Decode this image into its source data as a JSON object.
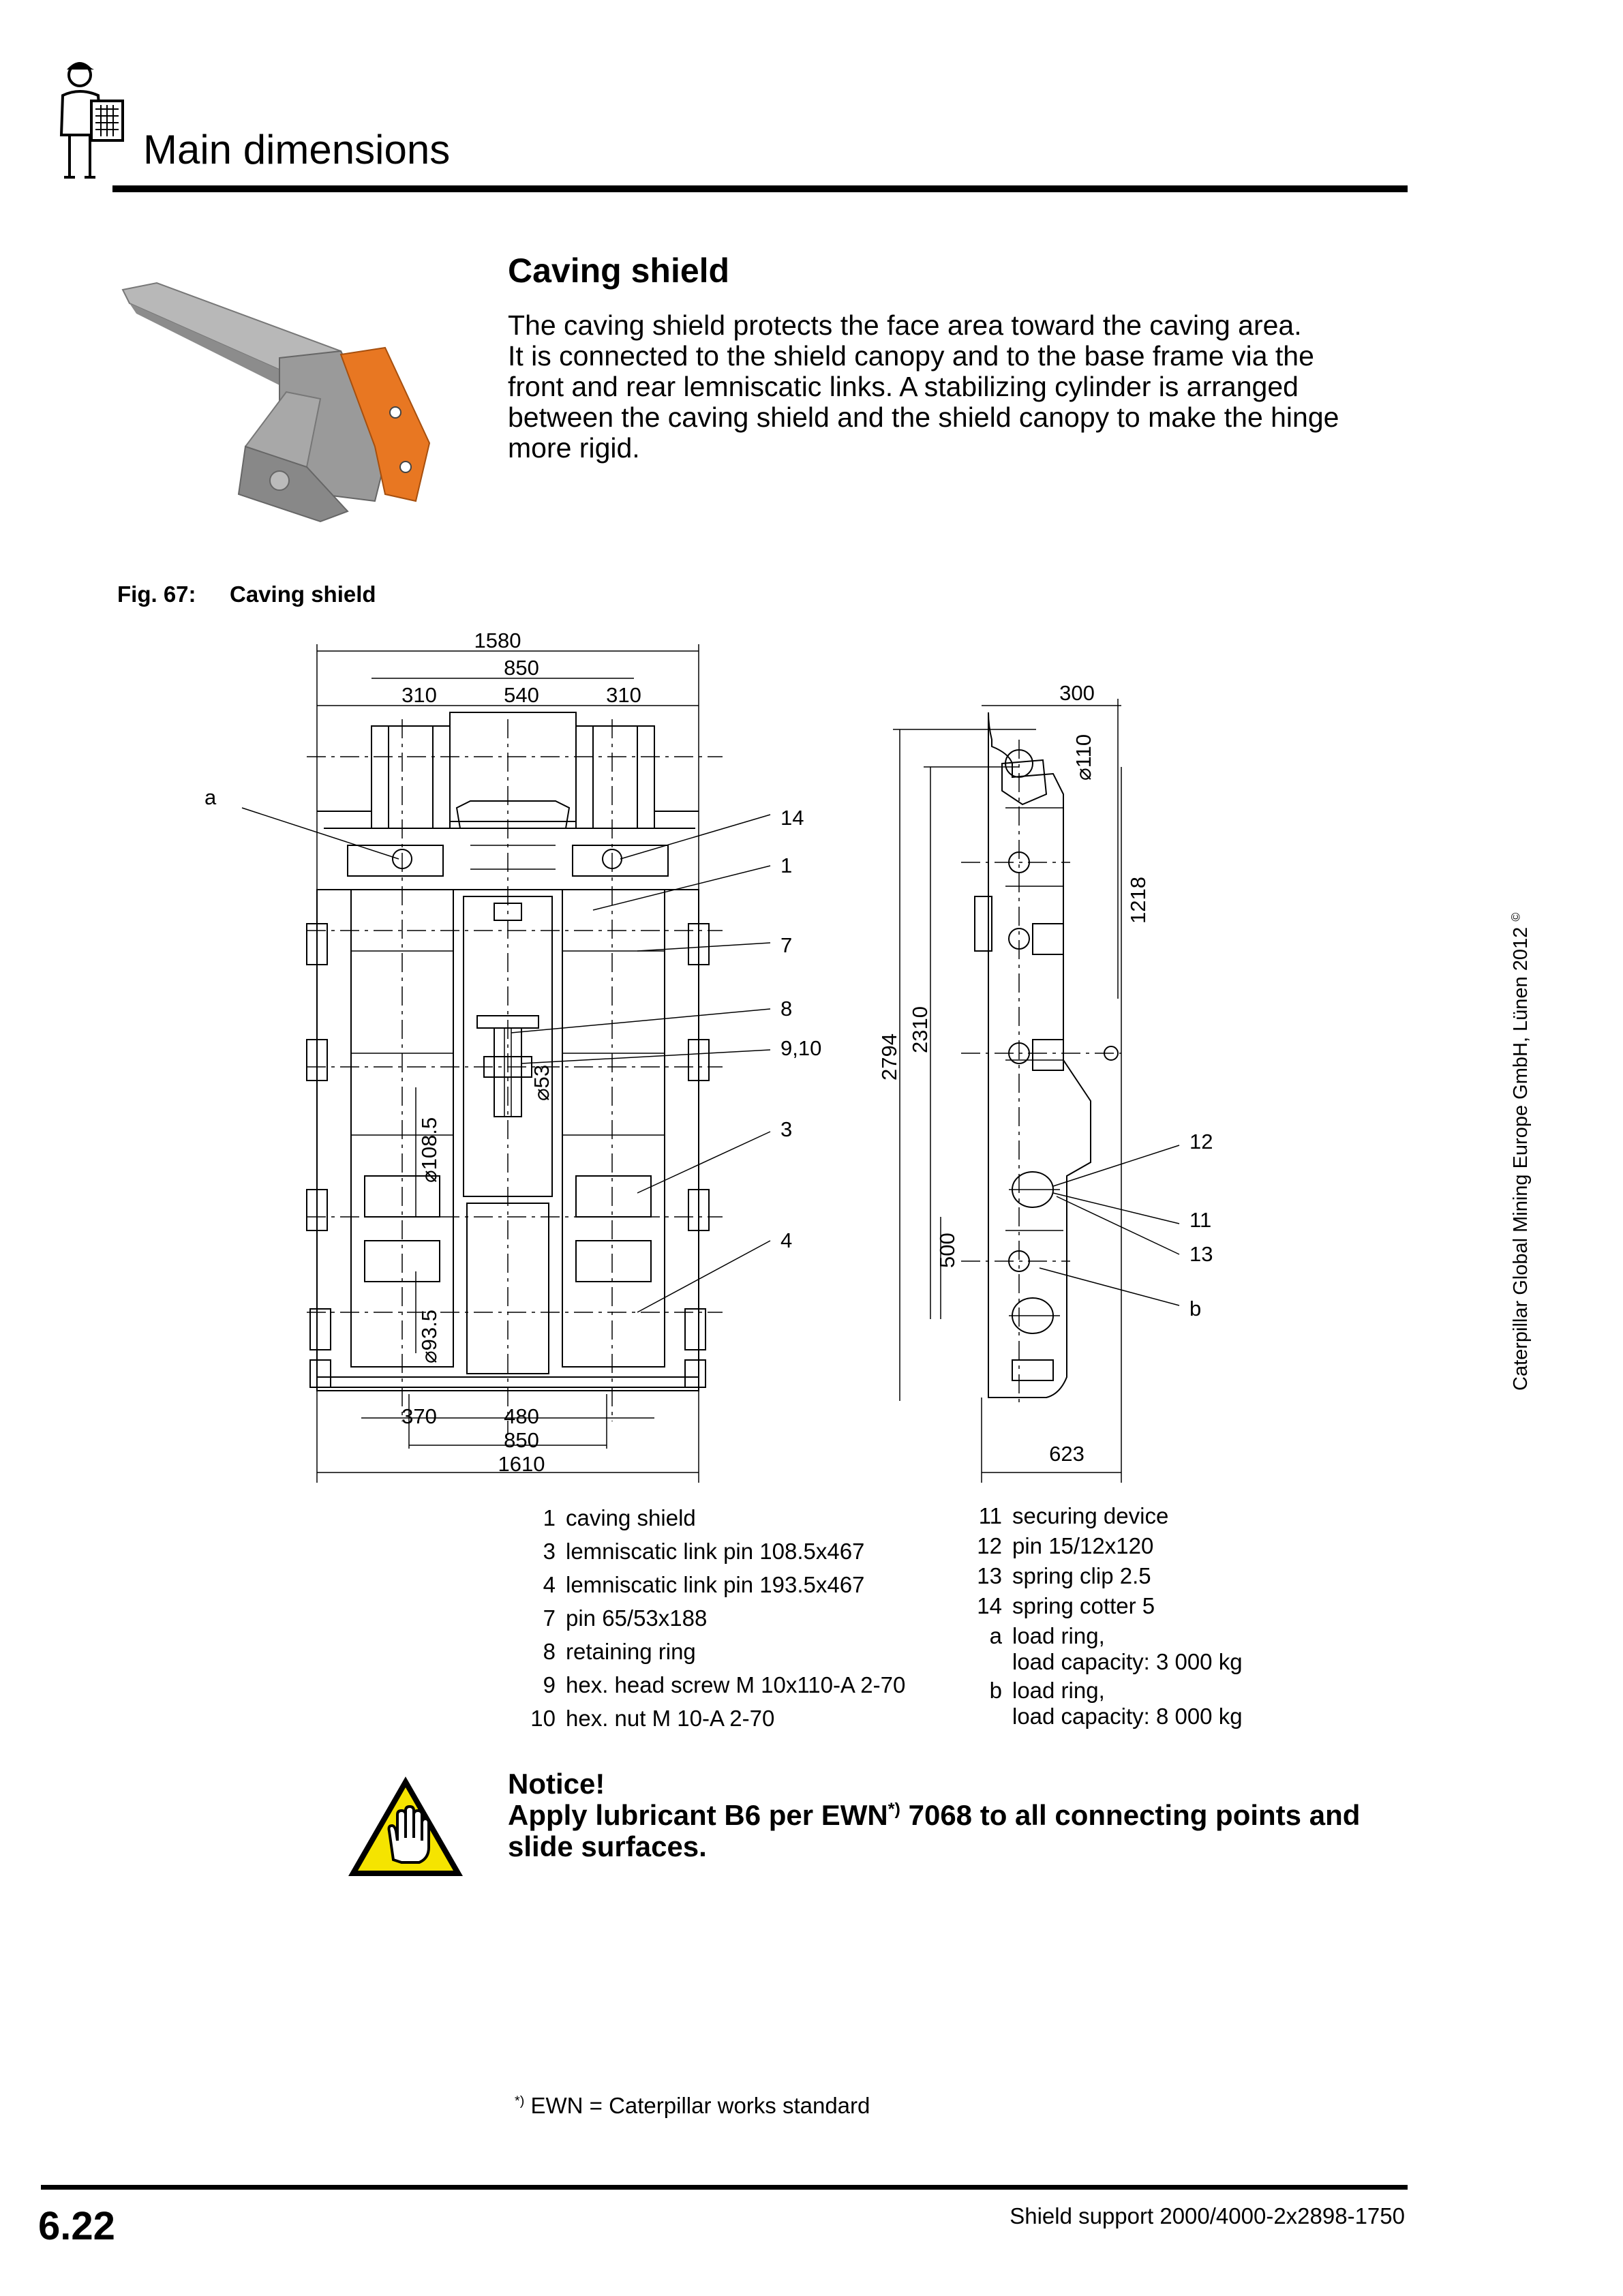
{
  "header": {
    "title": "Main dimensions",
    "icon": "technician-with-manual-icon"
  },
  "section": {
    "heading": "Caving shield",
    "intro_lines": [
      "The caving shield protects the face area toward the caving area.",
      "It is connected to the shield canopy and to the base frame via the",
      "front and rear lemniscatic links. A stabilizing cylinder is arranged",
      "between the caving shield and the shield canopy to make the hinge",
      "more rigid."
    ],
    "thumbnail": "caving-shield-3d-thumbnail",
    "highlight_color": "#e87722"
  },
  "figure": {
    "label": "Fig. 67:",
    "caption": "Caving shield",
    "front_view_dims": {
      "top_total": "1580",
      "top_inner": "850",
      "top_left": "310",
      "top_middle": "540",
      "top_right": "310",
      "bottom_left": "370",
      "bottom_middle": "480",
      "bottom_inner": "850",
      "bottom_total": "1610",
      "pin_upper": "⌀108.5",
      "pin_lower": "⌀93.5",
      "pin_center": "⌀53"
    },
    "side_view_dims": {
      "top_width": "300",
      "eye_dia": "⌀110",
      "height_1218": "1218",
      "height_2794": "2794",
      "height_2310": "2310",
      "height_500": "500",
      "bottom_width": "623"
    },
    "callouts": [
      "a",
      "14",
      "1",
      "7",
      "8",
      "9,10",
      "3",
      "4",
      "12",
      "11",
      "13",
      "b"
    ]
  },
  "legend": {
    "left": [
      {
        "num": "1",
        "text": "caving shield"
      },
      {
        "num": "3",
        "text": "lemniscatic link pin 108.5x467"
      },
      {
        "num": "4",
        "text": "lemniscatic link pin 193.5x467"
      },
      {
        "num": "7",
        "text": "pin 65/53x188"
      },
      {
        "num": "8",
        "text": "retaining ring"
      },
      {
        "num": "9",
        "text": "hex. head screw M 10x110-A 2-70"
      },
      {
        "num": "10",
        "text": "hex. nut M 10-A 2-70"
      }
    ],
    "right": [
      {
        "num": "11",
        "text": "securing device"
      },
      {
        "num": "12",
        "text": "pin 15/12x120"
      },
      {
        "num": "13",
        "text": "spring clip 2.5"
      },
      {
        "num": "14",
        "text": "spring cotter 5"
      },
      {
        "num": "a",
        "text": "load ring,",
        "text2": "load capacity: 3 000 kg"
      },
      {
        "num": "b",
        "text": "load ring,",
        "text2": "load capacity: 8 000 kg"
      }
    ]
  },
  "notice": {
    "title": "Notice!",
    "text_part1": "Apply lubricant B6 per EWN",
    "text_sup": "*)",
    "text_part2": " 7068 to all connecting points and slide surfaces.",
    "icon": "warning-hand-icon",
    "icon_color": "#f5e400"
  },
  "footnote": {
    "sup": "*)",
    "text": " EWN = Caterpillar works standard"
  },
  "footer": {
    "page_number": "6.22",
    "doc_ref": "Shield support 2000/4000-2x2898-1750"
  },
  "copyright": {
    "text": "Caterpillar Global Mining Europe GmbH, Lünen 2012",
    "symbol": "©"
  }
}
